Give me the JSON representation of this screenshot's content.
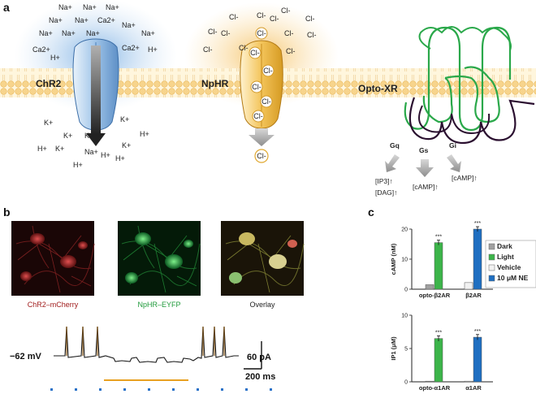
{
  "panels": {
    "a": {
      "label": "a",
      "chr2": {
        "name": "ChR2",
        "ions_out": [
          "Na+",
          "Na+",
          "Na+",
          "Na+",
          "Ca2+",
          "Na+",
          "Na+",
          "Na+",
          "Na+",
          "Na+",
          "Na+",
          "Ca2+",
          "Ca2+",
          "H+",
          "H+"
        ],
        "ions_in": [
          "K+",
          "K+",
          "K+",
          "K+",
          "K+",
          "H+",
          "H+",
          "K+",
          "H+",
          "H+",
          "Na+",
          "H+"
        ]
      },
      "nphr": {
        "name": "NpHR",
        "ions_out": [
          "Cl-",
          "Cl-",
          "Cl-",
          "Cl-",
          "Cl-",
          "Cl-",
          "Cl-",
          "Cl-",
          "Cl-",
          "Cl-",
          "Cl-",
          "Cl-"
        ],
        "ions_channel": [
          "Cl-",
          "Cl-",
          "Cl-",
          "Cl-",
          "Cl-",
          "Cl-"
        ],
        "ion_released": "Cl-"
      },
      "optoxr": {
        "name": "Opto-XR",
        "pathways": [
          "Gq",
          "Gs",
          "Gi"
        ],
        "outputs": [
          "[IP3]↑",
          "[DAG]↑",
          "[cAMP]↑",
          "[cAMP]↑"
        ]
      }
    },
    "b": {
      "label": "b",
      "images": [
        "ChR2–mCherry",
        "NpHR–EYFP",
        "Overlay"
      ],
      "voltage_label": "−62 mV",
      "scale_current": "60 pA",
      "scale_time": "200 ms"
    },
    "c": {
      "label": "c",
      "legend": [
        {
          "name": "Dark",
          "color": "#a0a0a0"
        },
        {
          "name": "Light",
          "color": "#3cb44a"
        },
        {
          "name": "Vehicle",
          "color": "#f2f2f2"
        },
        {
          "name": "10 μM NE",
          "color": "#1f6fc1"
        }
      ],
      "significance": "***"
    }
  },
  "chart_data": [
    {
      "type": "bar",
      "title": "",
      "ylabel": "cAMP (nM)",
      "ylim": [
        0,
        20
      ],
      "yticks": [
        0,
        10,
        20
      ],
      "categories": [
        "opto-β2AR",
        "β2AR"
      ],
      "series": [
        {
          "name": "Dark",
          "values": [
            1.5,
            null
          ]
        },
        {
          "name": "Light",
          "values": [
            15.5,
            null
          ]
        },
        {
          "name": "Vehicle",
          "values": [
            null,
            2.2
          ]
        },
        {
          "name": "10 μM NE",
          "values": [
            null,
            20
          ]
        }
      ]
    },
    {
      "type": "bar",
      "title": "",
      "ylabel": "IP1 (μM)",
      "ylim": [
        0,
        10
      ],
      "yticks": [
        0,
        5,
        10
      ],
      "categories": [
        "opto-α1AR",
        "α1AR"
      ],
      "series": [
        {
          "name": "Dark",
          "values": [
            0.1,
            null
          ]
        },
        {
          "name": "Light",
          "values": [
            6.5,
            null
          ]
        },
        {
          "name": "Vehicle",
          "values": [
            null,
            0.1
          ]
        },
        {
          "name": "10 μM NE",
          "values": [
            null,
            6.7
          ]
        }
      ]
    }
  ]
}
